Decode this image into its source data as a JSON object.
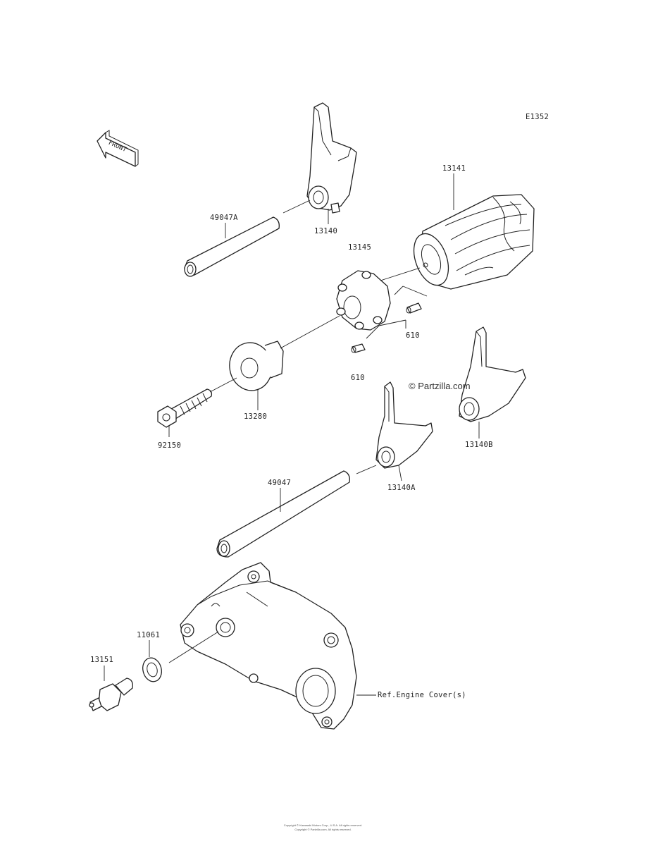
{
  "diagram": {
    "code": "E1352",
    "front_label": "FRONT",
    "watermark": "© Partzilla.com",
    "footer_line1": "Copyright © Kawasaki Motors Corp., U.S.A. All rights reserved.",
    "footer_line2": "Copyright © Partzilla.com. All rights reserved.",
    "parts": [
      {
        "id": "shaft-49047a",
        "label": "49047A"
      },
      {
        "id": "fork-13140",
        "label": "13140"
      },
      {
        "id": "drum-13141",
        "label": "13141"
      },
      {
        "id": "holder-13145",
        "label": "13145"
      },
      {
        "id": "pin-610-upper",
        "label": "610"
      },
      {
        "id": "pin-610-lower",
        "label": "610"
      },
      {
        "id": "plate-13280",
        "label": "13280"
      },
      {
        "id": "bolt-92150",
        "label": "92150"
      },
      {
        "id": "fork-13140b",
        "label": "13140B"
      },
      {
        "id": "fork-13140a",
        "label": "13140A"
      },
      {
        "id": "shaft-49047",
        "label": "49047"
      },
      {
        "id": "oring-11061",
        "label": "11061"
      },
      {
        "id": "switch-13151",
        "label": "13151"
      },
      {
        "id": "ref-engine-cover",
        "label": "Ref.Engine Cover(s)"
      }
    ]
  }
}
